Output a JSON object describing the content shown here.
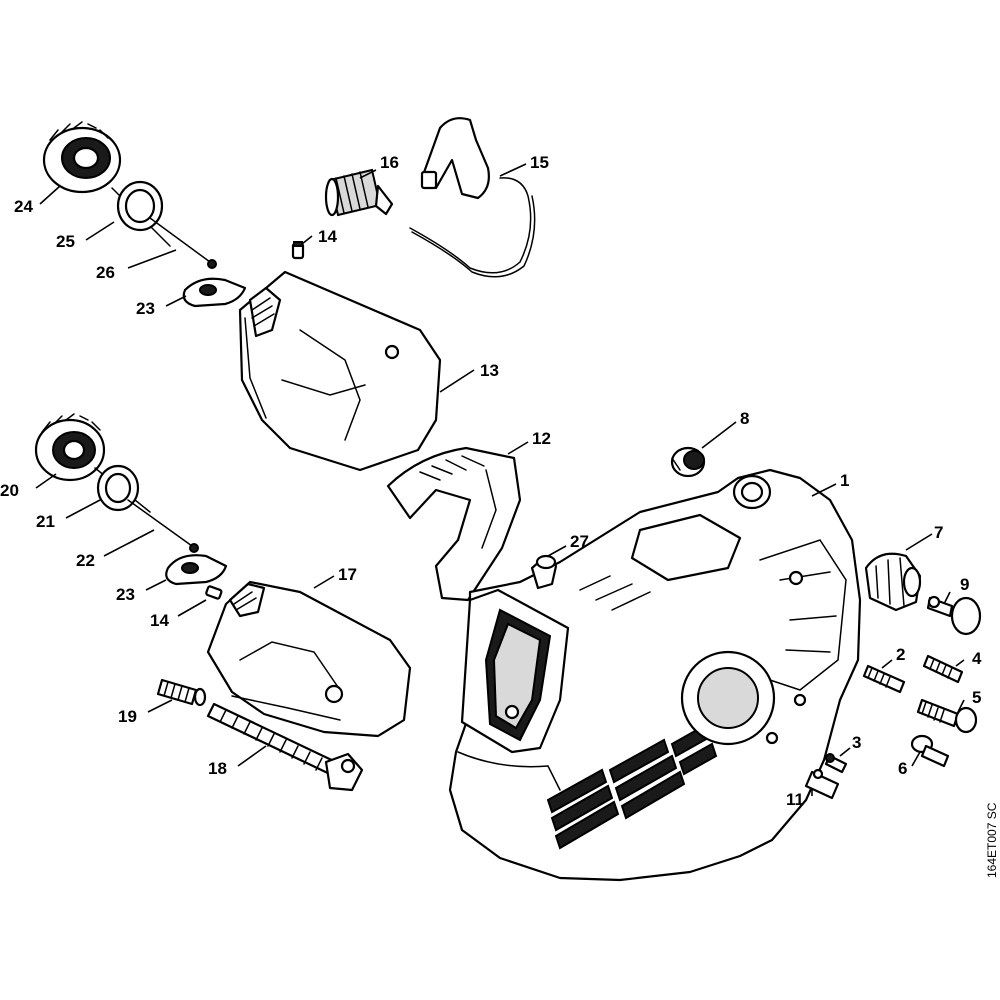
{
  "drawing_ref": "164ET007 SC",
  "callouts": {
    "c1": "1",
    "c2": "2",
    "c3": "3",
    "c4": "4",
    "c5": "5",
    "c6": "6",
    "c7": "7",
    "c8": "8",
    "c9": "9",
    "c11": "11",
    "c12": "12",
    "c13": "13",
    "c14a": "14",
    "c14b": "14",
    "c15": "15",
    "c16": "16",
    "c17": "17",
    "c18": "18",
    "c19": "19",
    "c20": "20",
    "c21": "21",
    "c22": "22",
    "c23a": "23",
    "c23b": "23",
    "c24": "24",
    "c25": "25",
    "c26": "26",
    "c27": "27"
  }
}
